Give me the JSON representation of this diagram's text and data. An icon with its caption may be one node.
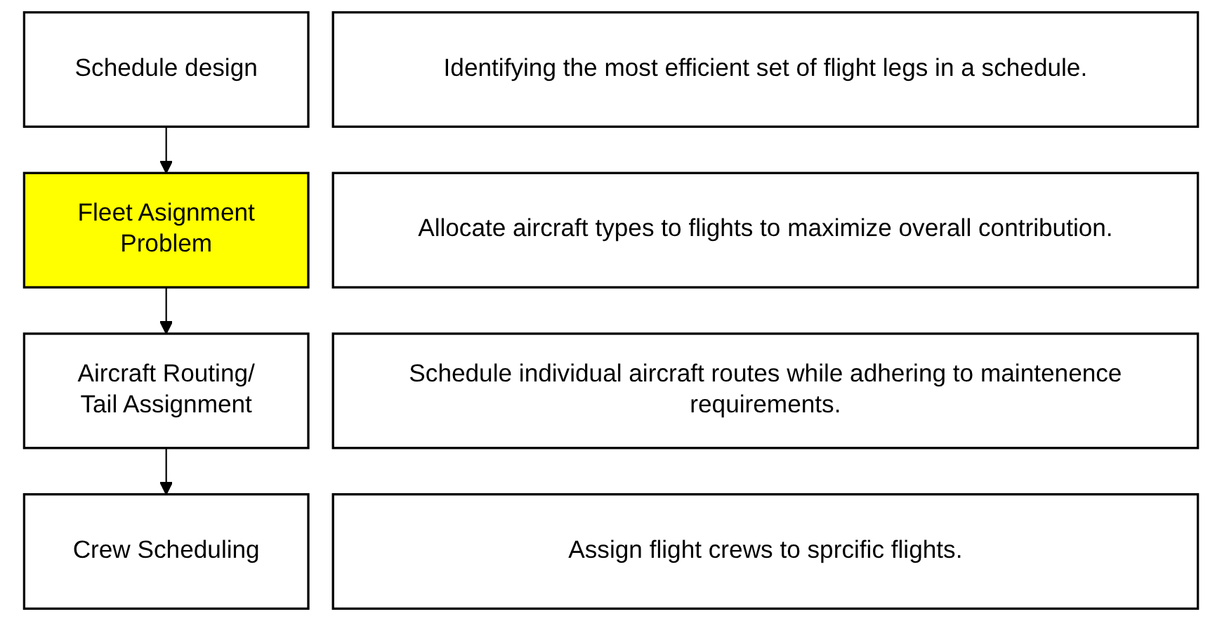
{
  "diagram": {
    "nodes": [
      {
        "text": [
          "Schedule design"
        ]
      },
      {
        "text": [
          "Identifying the most efficient set of flight legs in a schedule."
        ]
      },
      {
        "text": [
          "Fleet Asignment Problem"
        ]
      },
      {
        "text": [
          "Allocate aircraft types to flights to maximize overall contribution."
        ]
      },
      {
        "text": [
          "Aircraft Routing/ Tail Assignment"
        ]
      },
      {
        "text": [
          "Schedule individual aircraft routes while adhering to maintenence requirements."
        ]
      },
      {
        "text": [
          "Crew Scheduling"
        ]
      },
      {
        "text": [
          "Assign flight crews to sprcific flights."
        ]
      }
    ],
    "edges": [
      {
        "from": 0,
        "to": 2,
        "arrow": "to"
      },
      {
        "from": 2,
        "to": 4,
        "arrow": "to"
      },
      {
        "from": 4,
        "to": 6,
        "arrow": "to"
      }
    ]
  }
}
